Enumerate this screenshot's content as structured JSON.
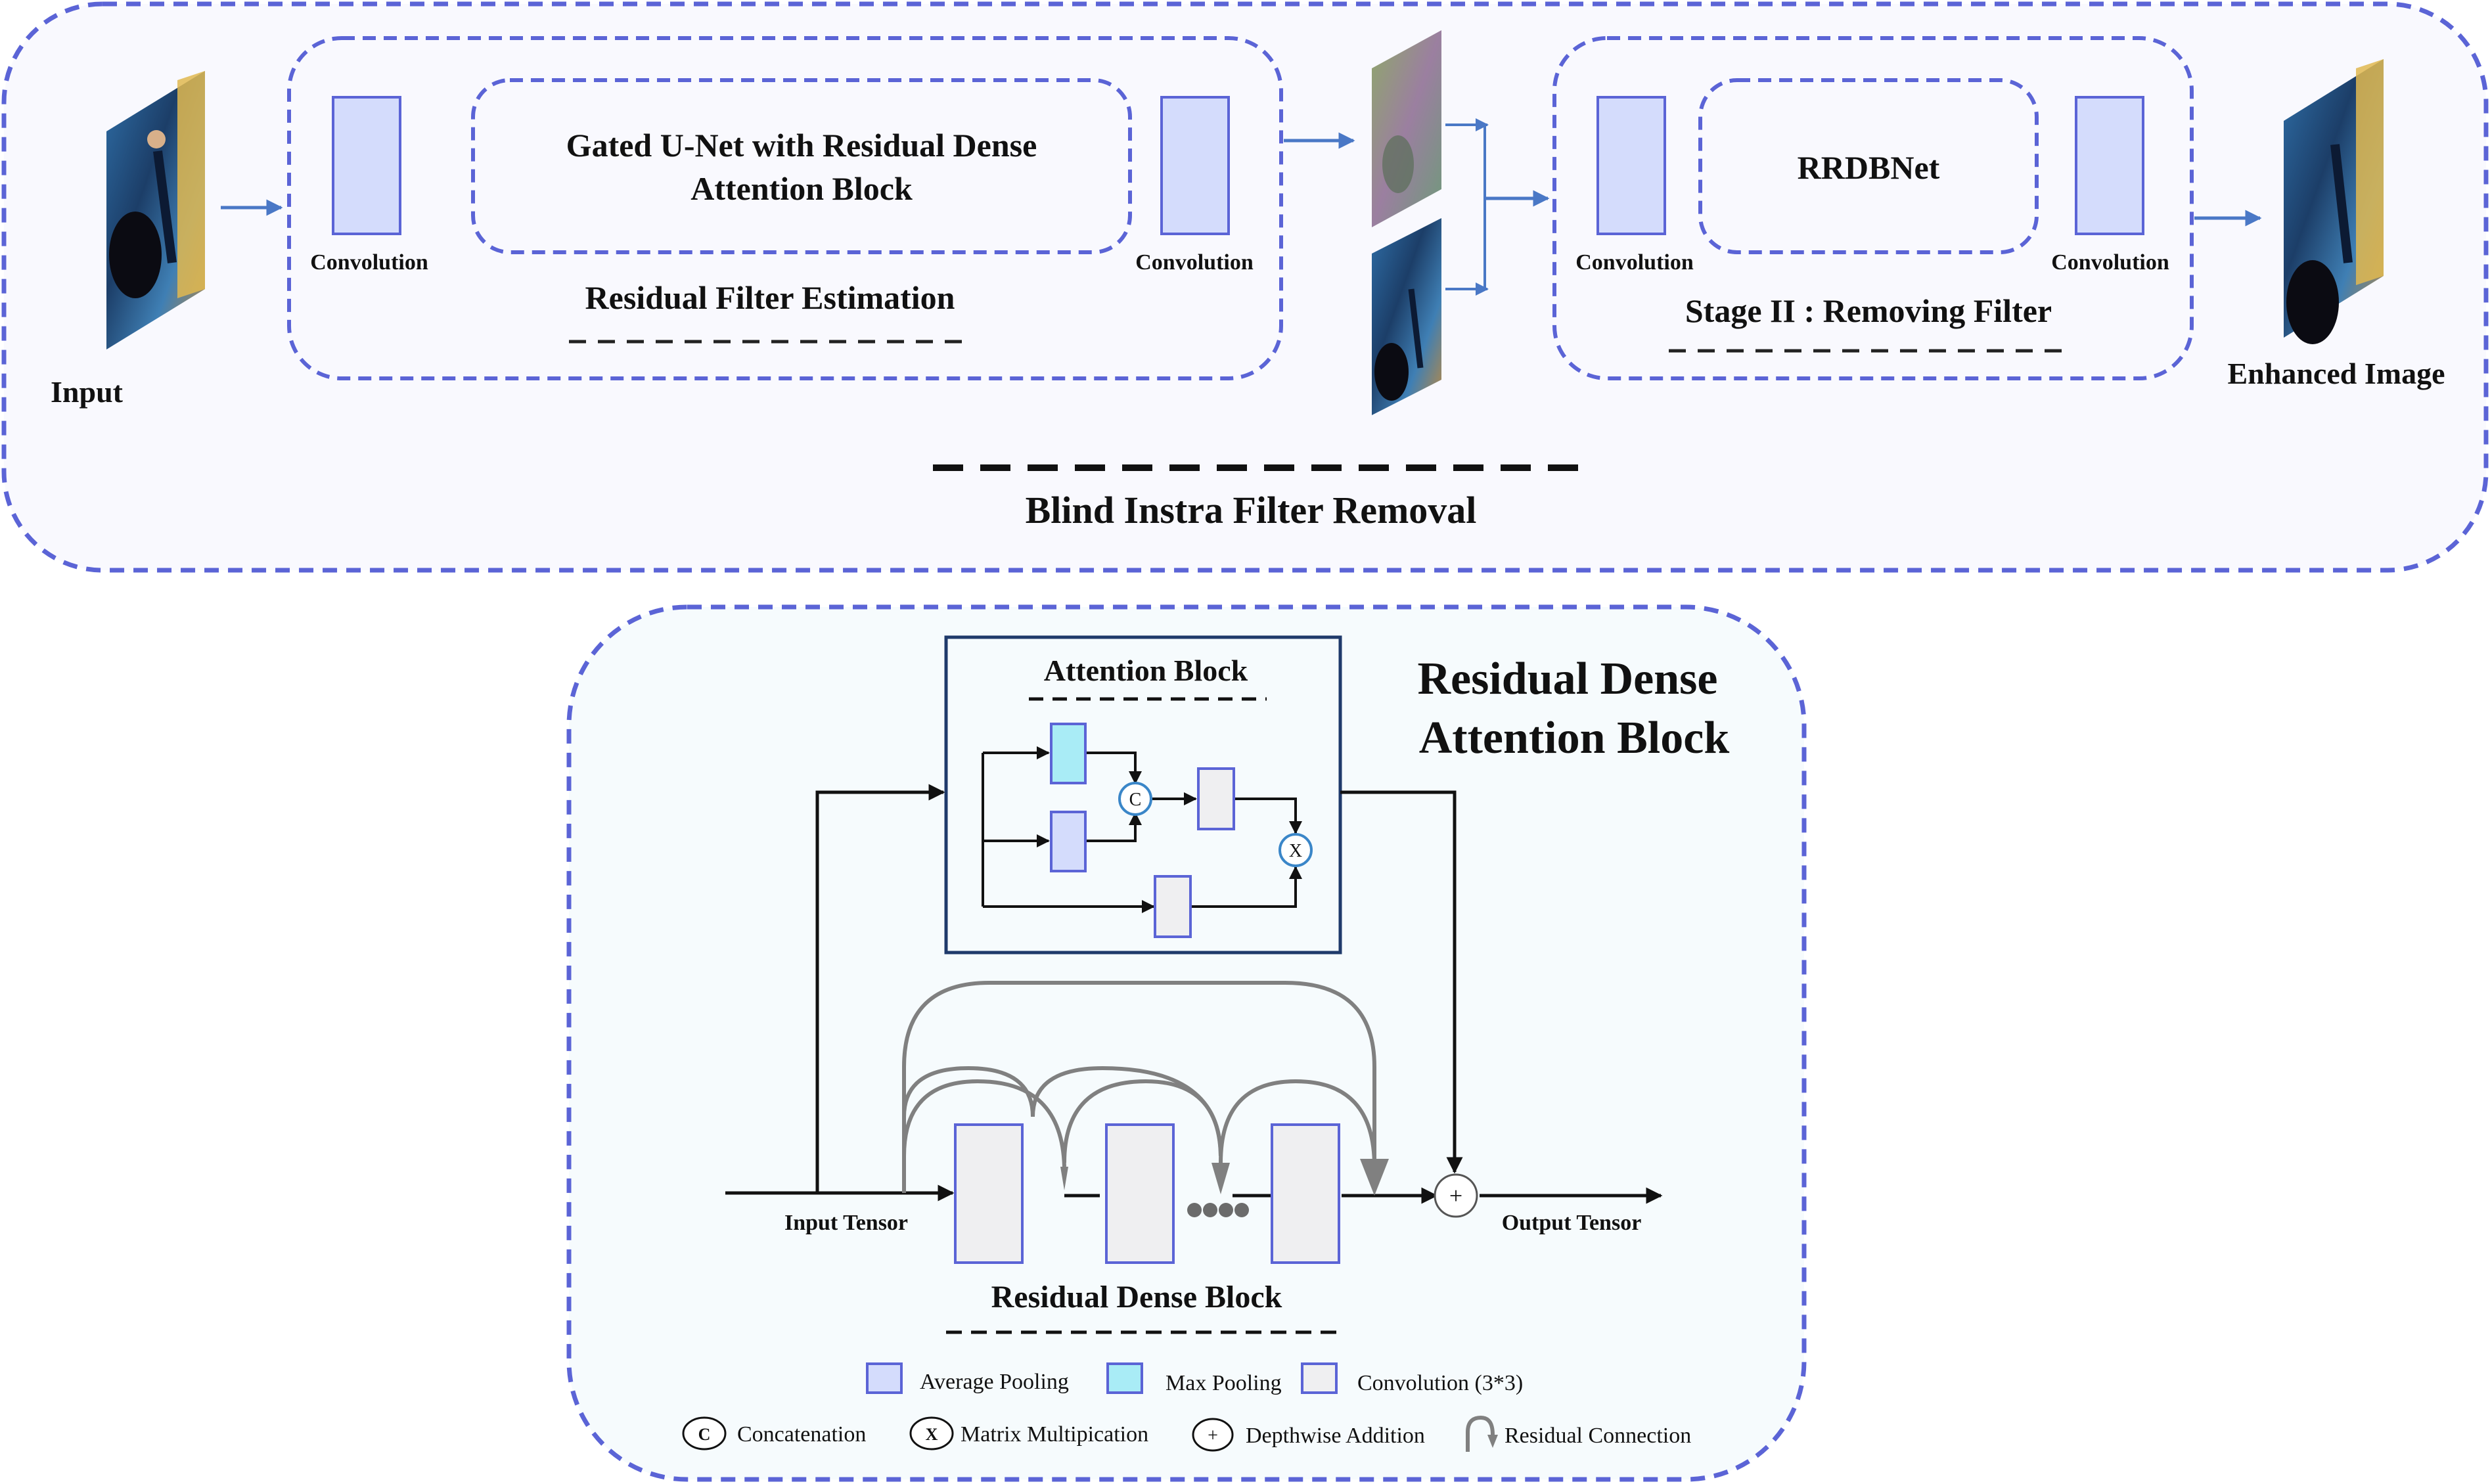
{
  "top": {
    "input_label": "Input",
    "output_label": "Enhanced Image",
    "stage1": {
      "conv_left_label": "Convolution",
      "conv_right_label": "Convolution",
      "inner_block_line1": "Gated U-Net with Residual Dense",
      "inner_block_line2": "Attention Block",
      "title": "Residual Filter Estimation"
    },
    "stage2": {
      "conv_left_label": "Convolution",
      "conv_right_label": "Convolution",
      "inner_block": "RRDBNet",
      "title": "Stage II : Removing Filter"
    },
    "overall_title": "Blind Instra Filter Removal"
  },
  "bottom": {
    "title_line1": "Residual Dense",
    "title_line2": "Attention Block",
    "attention_block_title": "Attention Block",
    "concat_symbol": "C",
    "multiply_symbol": "X",
    "add_symbol": "+",
    "input_tensor_label": "Input Tensor",
    "output_tensor_label": "Output Tensor",
    "rdb_title": "Residual Dense Block"
  },
  "legend": {
    "average_pooling": "Average Pooling",
    "max_pooling": "Max Pooling",
    "convolution": "Convolution (3*3)",
    "concatenation_symbol": "C",
    "concatenation": "Concatenation",
    "matrix_mult_symbol": "X",
    "matrix_mult": "Matrix Multipication",
    "depthwise_symbol": "+",
    "depthwise": "Depthwise Addition",
    "residual": "Residual Connection"
  },
  "colors": {
    "dashed_border": "#5b64d6",
    "panel_fill": "#f9f9fe",
    "bottom_fill": "#f6fbfd",
    "conv_fill": "#d4dcfc",
    "conv_stroke": "#5b64d6",
    "max_pool_fill": "#a9ecf6",
    "rdb_fill": "#efeff1",
    "arrow_blue": "#4a78c6",
    "arrow_gray": "#808080",
    "circle_stroke": "#3a86c8"
  }
}
